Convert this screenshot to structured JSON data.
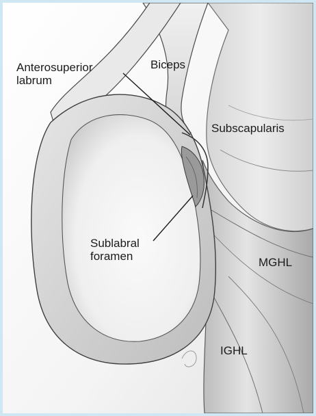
{
  "figure": {
    "labels": {
      "anterosuperior_labrum": [
        "Anterosuperior",
        "labrum"
      ],
      "biceps": "Biceps",
      "subscapularis": "Subscapularis",
      "sublabral_foramen": [
        "Sublabral",
        "foramen"
      ],
      "mghl": "MGHL",
      "ighl": "IGHL"
    },
    "colors": {
      "border": "#cfe6f3",
      "line_art": "#2a2a2a",
      "tissue_light": "#f2f2f2",
      "tissue_mid": "#c9c9c9",
      "tissue_dark": "#8c8c8c"
    }
  }
}
